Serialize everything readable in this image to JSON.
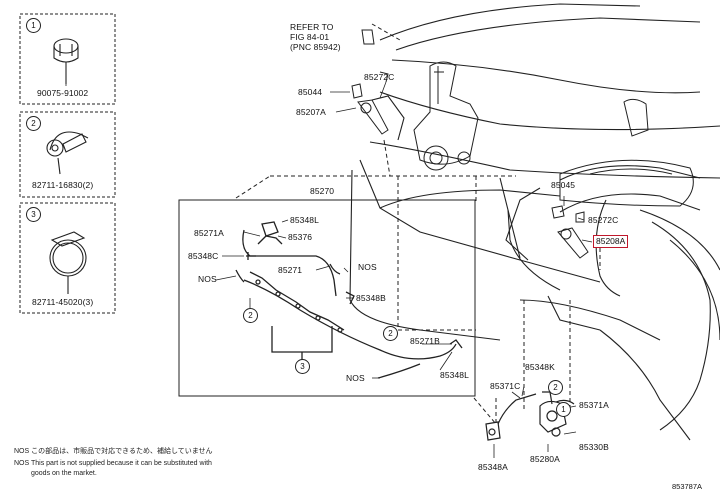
{
  "refer_label": {
    "line1": "REFER TO",
    "line2": "FIG 84-01",
    "line3": "(PNC 85942)"
  },
  "clip_boxes": [
    {
      "num": "1",
      "part": "90075-91002"
    },
    {
      "num": "2",
      "part": "82711-16830(2)"
    },
    {
      "num": "3",
      "part": "82711-45020(3)"
    }
  ],
  "callouts": {
    "c1": "2",
    "c2": "2",
    "c3": "3",
    "c4": "2",
    "c5": "1"
  },
  "parts": {
    "p85044": "85044",
    "p85272C_top": "85272C",
    "p85207A": "85207A",
    "p85270": "85270",
    "p85348L_top": "85348L",
    "p85271A": "85271A",
    "p85376": "85376",
    "p85348C": "85348C",
    "p85271": "85271",
    "nos_1": "NOS",
    "nos_2": "NOS",
    "nos_3": "NOS",
    "p85348B": "85348B",
    "p85271B": "85271B",
    "p85348L_bottom": "85348L",
    "p85045": "85045",
    "p85272C_right": "85272C",
    "p85208A": "85208A",
    "p85348K": "85348K",
    "p85371C": "85371C",
    "p85371A": "85371A",
    "p85330B": "85330B",
    "p85280A": "85280A",
    "p85348A": "85348A"
  },
  "notes": {
    "line1": "NOS この部品は、市販品で対応できるため、補給していません",
    "line2": "NOS This part is not supplied because it can be substituted with",
    "line3": "goods on the market."
  },
  "diagram_code": "853787A",
  "highlight_color": "#c0182c"
}
